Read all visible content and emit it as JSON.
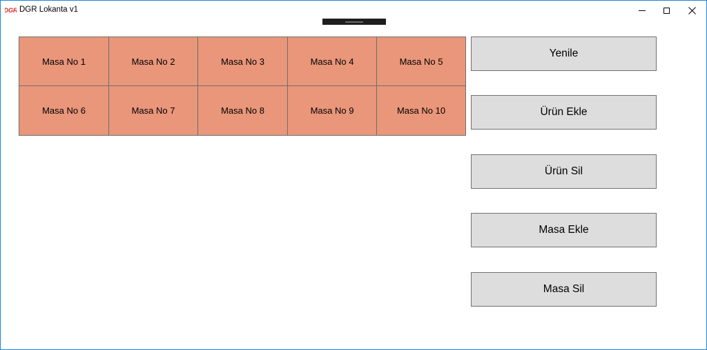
{
  "window": {
    "title": "DGR Lokanta v1",
    "icon": "dgr-logo-icon",
    "icon_text": "DGR",
    "icon_color": "#d42020",
    "border_color": "#1883d7"
  },
  "tables": {
    "cell_color": "#e9967a",
    "items": [
      {
        "label": "Masa No 1"
      },
      {
        "label": "Masa No 2"
      },
      {
        "label": "Masa No 3"
      },
      {
        "label": "Masa No 4"
      },
      {
        "label": "Masa No 5"
      },
      {
        "label": "Masa No 6"
      },
      {
        "label": "Masa No 7"
      },
      {
        "label": "Masa No 8"
      },
      {
        "label": "Masa No 9"
      },
      {
        "label": "Masa No 10"
      }
    ]
  },
  "actions": {
    "refresh_label": "Yenile",
    "add_product_label": "Ürün Ekle",
    "delete_product_label": "Ürün Sil",
    "add_table_label": "Masa Ekle",
    "delete_table_label": "Masa Sil"
  }
}
